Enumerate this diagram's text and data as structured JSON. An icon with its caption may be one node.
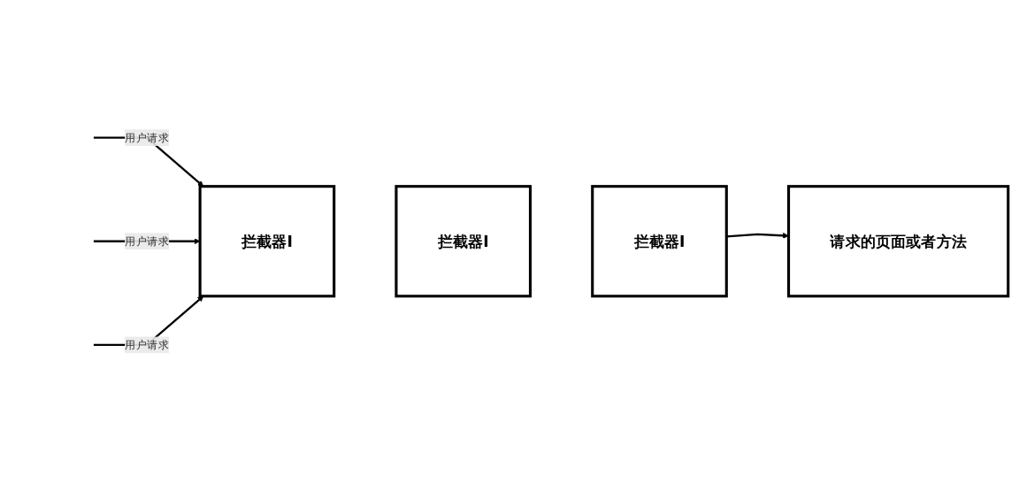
{
  "diagram": {
    "nodes": [
      {
        "text": [
          "拦截器I"
        ]
      },
      {
        "text": [
          "拦截器I"
        ]
      },
      {
        "text": [
          "拦截器I"
        ]
      },
      {
        "text": [
          "请求的页面或者方法"
        ]
      }
    ],
    "edges": [
      {
        "from": null,
        "to": 0,
        "arrow": "to",
        "label": "用户请求"
      },
      {
        "from": null,
        "to": 0,
        "arrow": "to",
        "label": "用户请求"
      },
      {
        "from": null,
        "to": 0,
        "arrow": "to",
        "label": "用户请求"
      },
      {
        "from": 2,
        "to": 3,
        "arrow": "to"
      }
    ]
  }
}
